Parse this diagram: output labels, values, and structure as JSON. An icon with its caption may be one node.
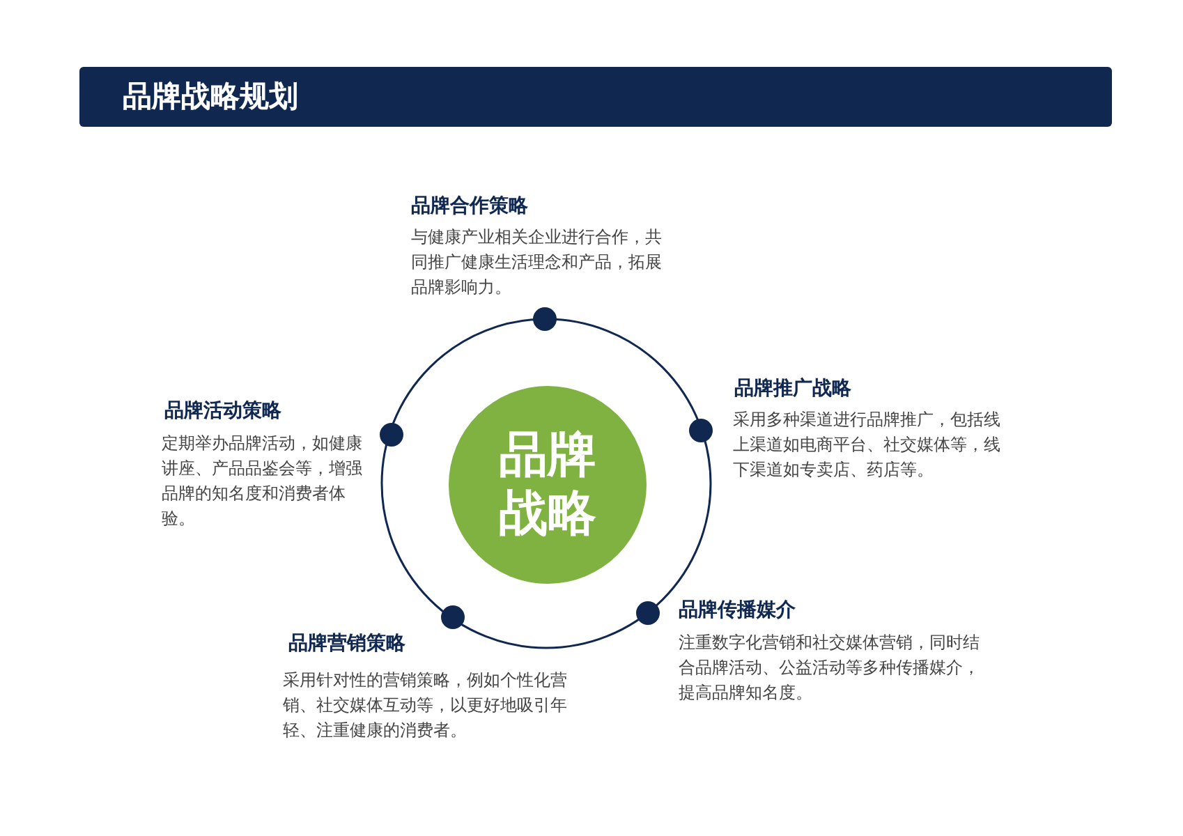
{
  "diagram": {
    "title": "品牌战略规划",
    "nodes": [
      {
        "text": [
          "品牌战略"
        ]
      }
    ],
    "labels": [
      "品牌合作策略",
      "与健康产业相关企业进行合作，共同推广健康生活理念和产品，拓展品牌影响力。",
      "品牌推广战略",
      "采用多种渠道进行品牌推广，包括线上渠道如电商平台、社交媒体等，线下渠道如专卖店、药店等。",
      "品牌活动策略",
      "定期举办品牌活动，如健康讲座、产品品鉴会等，增强品牌的知名度和消费者体验。",
      "品牌传播媒介",
      "注重数字化营销和社交媒体营销，同时结合品牌活动、公益活动等多种传播媒介，提高品牌知名度。",
      "品牌营销策略",
      "采用针对性的营销策略，例如个性化营销、社交媒体互动等，以更好地吸引年轻、注重健康的消费者。"
    ]
  }
}
